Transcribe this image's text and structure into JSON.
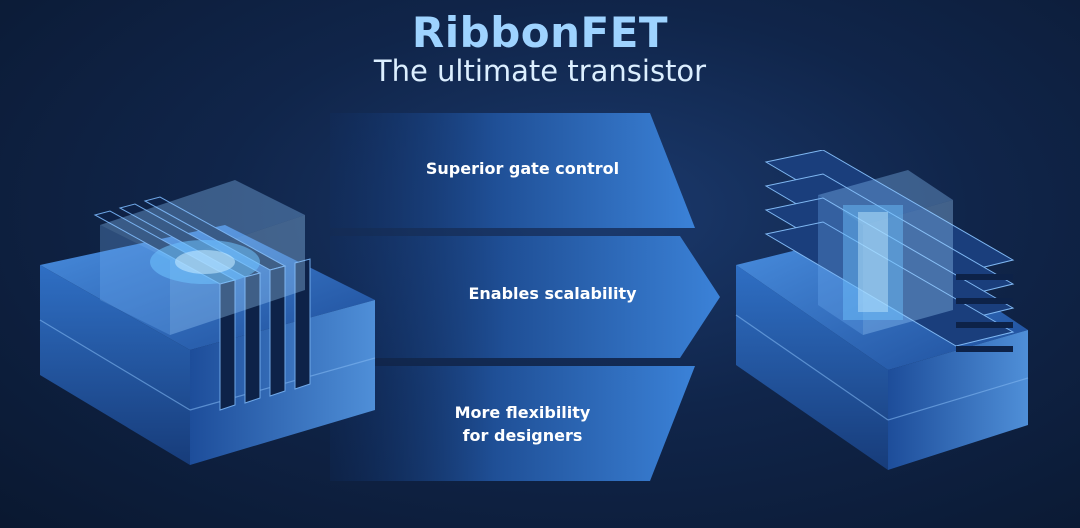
{
  "slide": {
    "title": "RibbonFET",
    "subtitle": "The ultimate transistor"
  },
  "benefits": [
    {
      "label": "Superior gate control"
    },
    {
      "label": "Enables scalability"
    },
    {
      "label": "More flexibility\nfor designers"
    }
  ],
  "colors": {
    "title": "#9ed3ff",
    "subtitle": "#dcefff",
    "background": "#10254a",
    "chevron": "#2f6fc4",
    "accent_glow": "#6fc3ff"
  },
  "icons": {
    "left_illustration": "finfet-transistor-icon",
    "right_illustration": "ribbonfet-transistor-icon"
  }
}
